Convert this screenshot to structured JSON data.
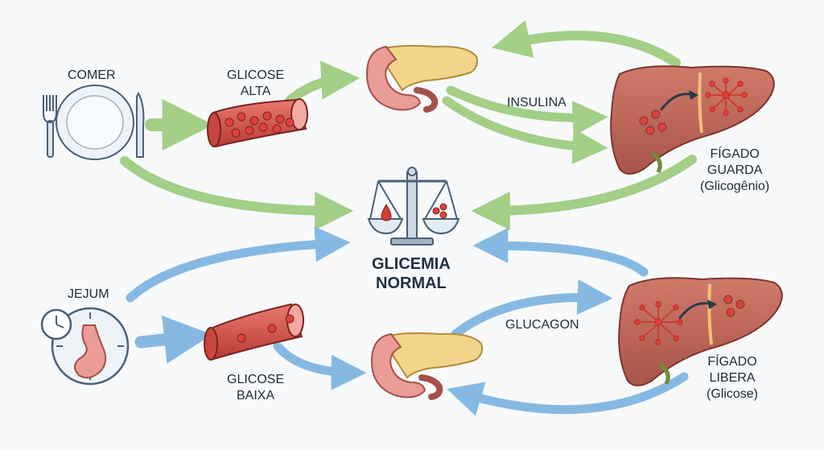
{
  "colors": {
    "feed_arrow": "#a9d18e",
    "fast_arrow": "#8fc0e6",
    "organ_liver": "#c0685a",
    "organ_pancreas": "#f2d58a",
    "vessel": "#d9534f",
    "scale": "#4a6178"
  },
  "labels": {
    "eat": "COMER",
    "glucose_high_1": "GLICOSE",
    "glucose_high_2": "ALTA",
    "insulin": "INSULINA",
    "liver_store_1": "FÍGADO",
    "liver_store_2": "GUARDA",
    "liver_store_3": "(Glicogênio)",
    "center_1": "GLICEMIA",
    "center_2": "NORMAL",
    "fast": "JEJUM",
    "glucose_low_1": "GLICOSE",
    "glucose_low_2": "BAIXA",
    "glucagon": "GLUCAGON",
    "liver_release_1": "FÍGADO",
    "liver_release_2": "LIBERA",
    "liver_release_3": "(Glicose)"
  }
}
